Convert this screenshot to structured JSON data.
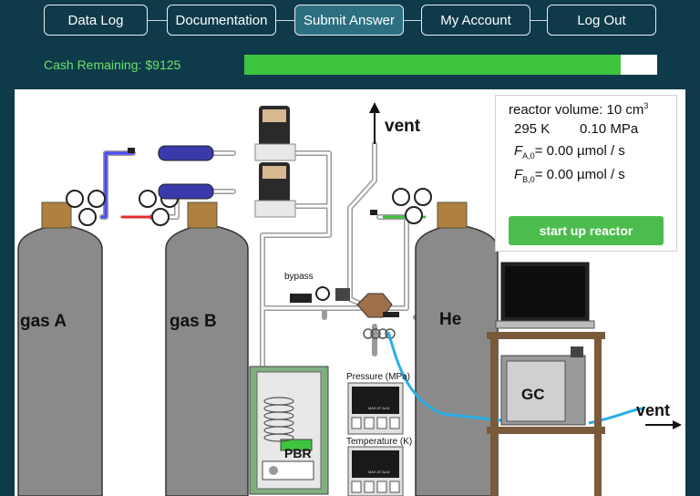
{
  "nav": {
    "items": [
      {
        "label": "Data Log"
      },
      {
        "label": "Documentation"
      },
      {
        "label": "Submit Answer"
      },
      {
        "label": "My Account"
      },
      {
        "label": "Log Out"
      }
    ]
  },
  "cash": {
    "label": "Cash Remaining:",
    "value": "$9125",
    "fraction": 0.912
  },
  "reactor_info": {
    "volume_label": "reactor volume: 10 cm",
    "volume_sup": "3",
    "temperature": "295 K",
    "pressure": "0.10 MPa",
    "fa0_symbol": "F",
    "fa0_sub": "A,0",
    "fa0_value": "= 0.00 µmol / s",
    "fb0_symbol": "F",
    "fb0_sub": "B,0",
    "fb0_value": "= 0.00 µmol / s",
    "start_button": "start up reactor"
  },
  "diagram": {
    "gas_a": "gas A",
    "gas_b": "gas B",
    "he": "He",
    "vent_top": "vent",
    "vent_right": "vent",
    "bypass": "bypass",
    "pbr": "PBR",
    "gc": "GC",
    "pressure_label": "Pressure (MPa)",
    "temperature_label": "Temperature (K)",
    "display_small": "MAX  AT  ALM"
  },
  "colors": {
    "background": "#0f3a4a",
    "accent_green": "#3ec43e",
    "cash_text": "#6be36b"
  }
}
